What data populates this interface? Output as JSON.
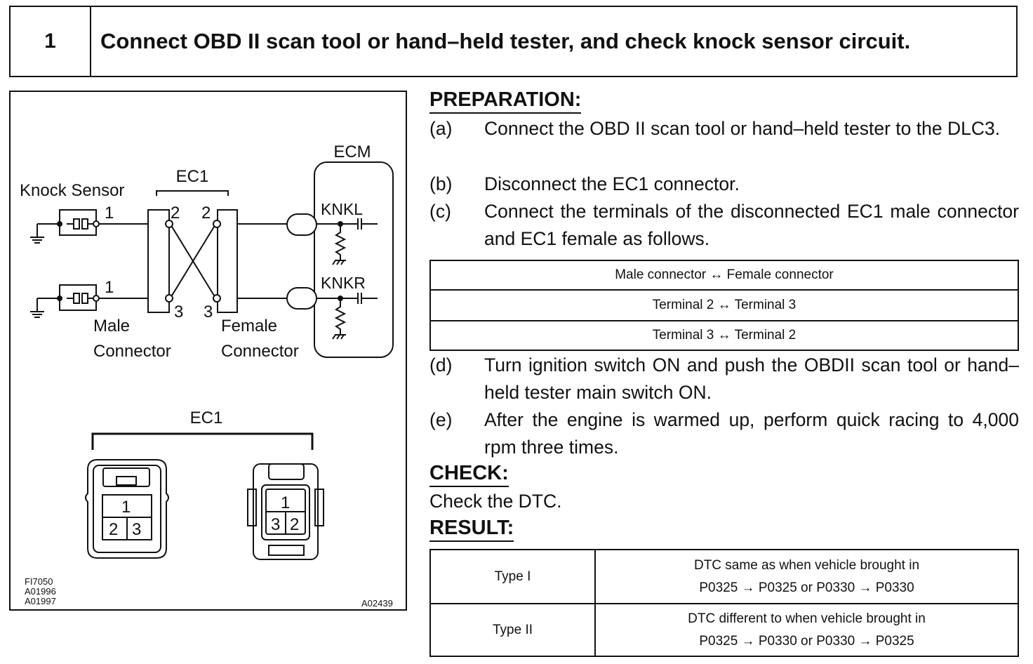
{
  "header": {
    "step_number": "1",
    "title": "Connect OBD II scan tool or hand–held tester, and check knock sensor circuit."
  },
  "figure": {
    "ecm_label": "ECM",
    "ec1_label": "EC1",
    "knock_sensor_label": "Knock Sensor",
    "knkl_label": "KNKL",
    "knkr_label": "KNKR",
    "male_label_1": "Male",
    "male_label_2": "Connector",
    "female_label_1": "Female",
    "female_label_2": "Connector",
    "pin_1_top": "1",
    "pin_1_bottom": "1",
    "pin_2_male": "2",
    "pin_2_female": "2",
    "pin_3_male": "3",
    "pin_3_female": "3",
    "connector_title": "EC1",
    "male_conn_pins": [
      "1",
      "2",
      "3"
    ],
    "female_conn_pins": [
      "1",
      "3",
      "2"
    ],
    "code_1": "FI7050",
    "code_2": "A01996",
    "code_3": "A01997",
    "code_right": "A02439"
  },
  "preparation": {
    "heading": "PREPARATION:",
    "steps": [
      {
        "letter": "(a)",
        "text": "Connect the OBD II scan tool or hand–held tester to the DLC3."
      },
      {
        "letter": "(b)",
        "text": "Disconnect the EC1 connector."
      },
      {
        "letter": "(c)",
        "text": "Connect the terminals of the disconnected EC1 male connector and EC1 female as follows."
      },
      {
        "letter": "(d)",
        "text": "Turn ignition switch ON and push the OBDII scan tool or hand–held tester main switch ON."
      },
      {
        "letter": "(e)",
        "text": "After the engine is warmed up, perform quick racing to 4,000 rpm three times."
      }
    ],
    "table": {
      "header": "Male connector ↔ Female connector",
      "rows": [
        "Terminal 2 ↔ Terminal 3",
        "Terminal 3 ↔ Terminal 2"
      ]
    }
  },
  "check": {
    "heading": "CHECK:",
    "text": "Check the DTC."
  },
  "result": {
    "heading": "RESULT:",
    "rows": [
      {
        "type": "Type I",
        "line1": "DTC same as when vehicle brought in",
        "line2": "P0325 → P0325 or P0330 → P0330"
      },
      {
        "type": "Type II",
        "line1": "DTC different to when vehicle brought in",
        "line2": "P0325 → P0330 or P0330 → P0325"
      }
    ]
  }
}
